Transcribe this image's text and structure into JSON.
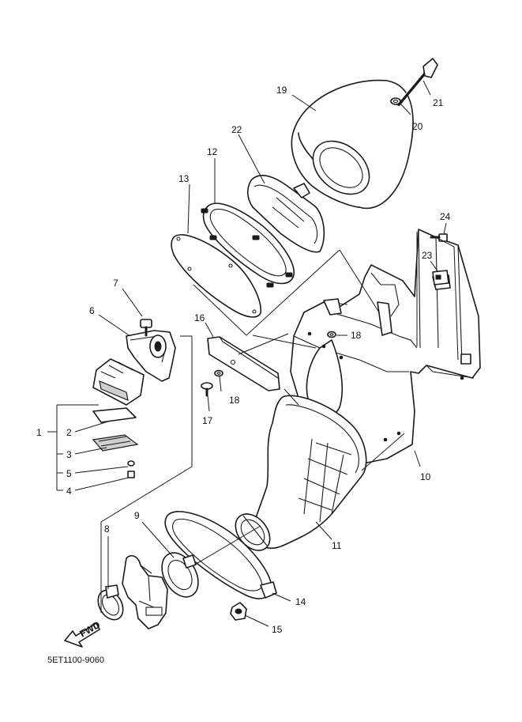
{
  "diagram_code": "5ET1100-9060",
  "fwd_label": "FWD",
  "callouts": [
    {
      "id": "c1",
      "text": "1"
    },
    {
      "id": "c2",
      "text": "2"
    },
    {
      "id": "c3",
      "text": "3"
    },
    {
      "id": "c4",
      "text": "4"
    },
    {
      "id": "c5",
      "text": "5"
    },
    {
      "id": "c6",
      "text": "6"
    },
    {
      "id": "c7",
      "text": "7"
    },
    {
      "id": "c8",
      "text": "8"
    },
    {
      "id": "c9",
      "text": "9"
    },
    {
      "id": "c10",
      "text": "10"
    },
    {
      "id": "c11",
      "text": "11"
    },
    {
      "id": "c12",
      "text": "12"
    },
    {
      "id": "c13",
      "text": "13"
    },
    {
      "id": "c14",
      "text": "14"
    },
    {
      "id": "c15",
      "text": "15"
    },
    {
      "id": "c16",
      "text": "16"
    },
    {
      "id": "c17",
      "text": "17"
    },
    {
      "id": "c18a",
      "text": "18"
    },
    {
      "id": "c18b",
      "text": "18"
    },
    {
      "id": "c19",
      "text": "19"
    },
    {
      "id": "c20",
      "text": "20"
    },
    {
      "id": "c21",
      "text": "21"
    },
    {
      "id": "c22",
      "text": "22"
    },
    {
      "id": "c23",
      "text": "23"
    },
    {
      "id": "c24",
      "text": "24"
    }
  ]
}
